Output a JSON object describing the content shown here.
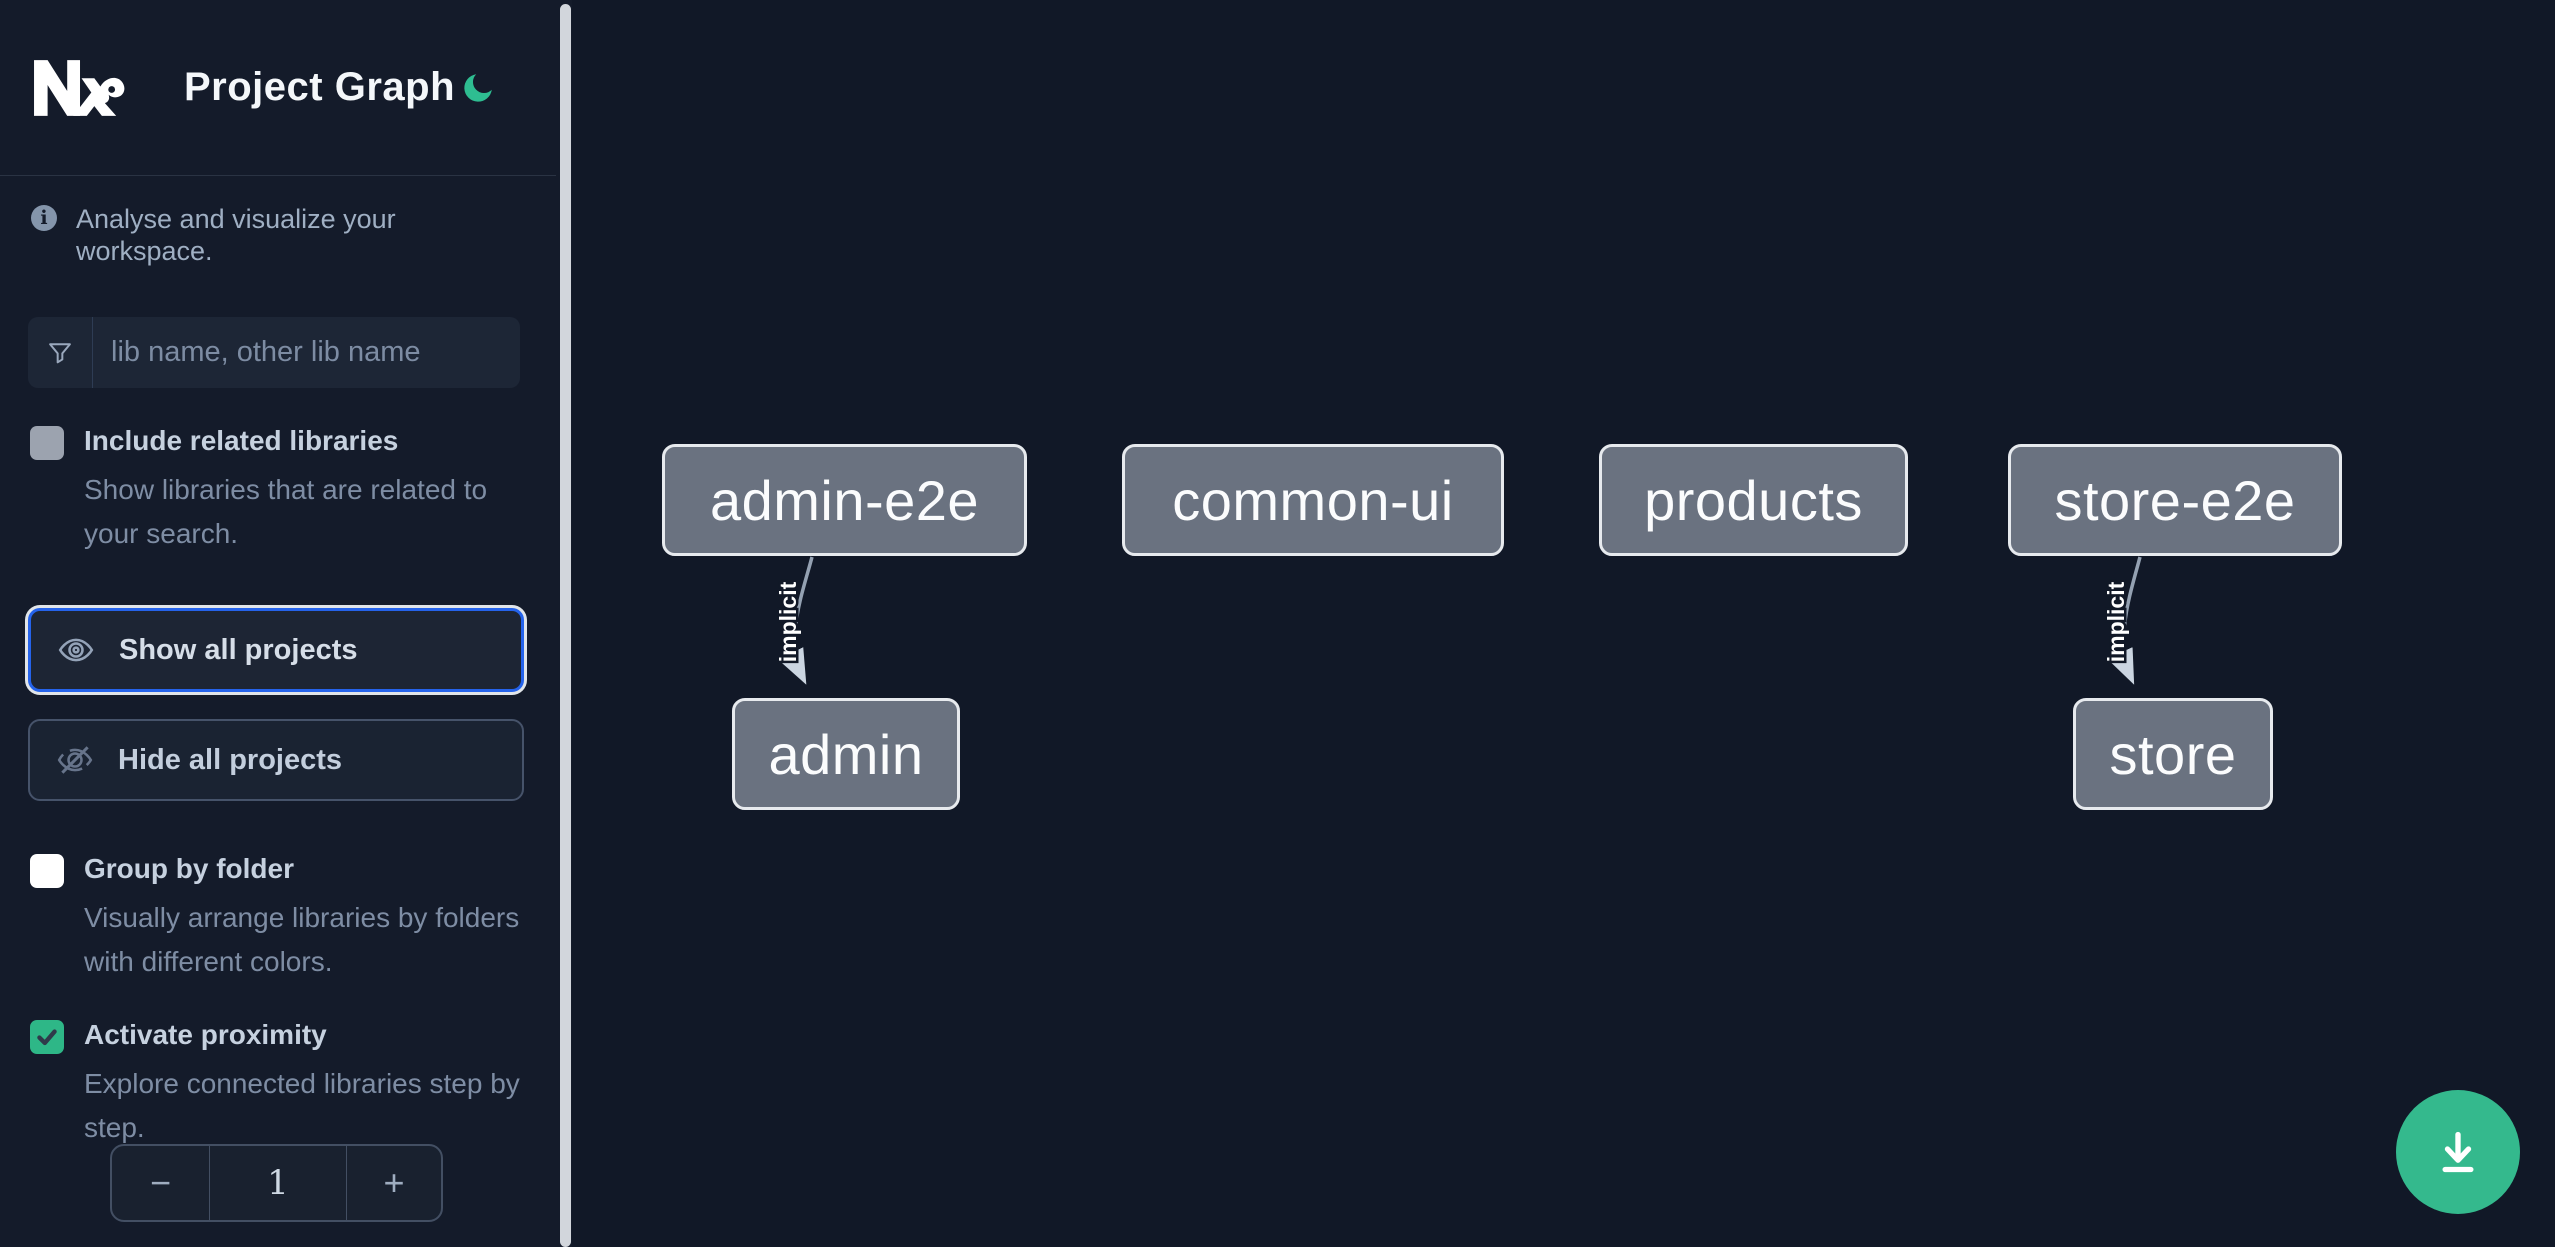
{
  "header": {
    "title": "Project Graph",
    "logo": "nx-logo",
    "theme_toggle": "moon-icon"
  },
  "sidebar": {
    "info": "Analyse and visualize your workspace.",
    "filter": {
      "placeholder": "lib name, other lib name",
      "value": ""
    },
    "toggles": [
      {
        "label": "Include related libraries",
        "description": "Show libraries that are related to your search.",
        "checked": false,
        "state": "disabled-gray"
      },
      {
        "label": "Group by folder",
        "description": "Visually arrange libraries by folders with different colors.",
        "checked": false,
        "state": "unchecked-white"
      },
      {
        "label": "Activate proximity",
        "description": "Explore connected libraries step by step.",
        "checked": true,
        "state": "checked-green"
      }
    ],
    "buttons": [
      {
        "label": "Show all projects",
        "icon": "eye-icon",
        "focused": true
      },
      {
        "label": "Hide all projects",
        "icon": "eye-off-icon",
        "focused": false
      }
    ],
    "stepper": {
      "decrement": "−",
      "value": "1",
      "increment": "+"
    }
  },
  "graph": {
    "nodes": [
      {
        "id": "admin-e2e",
        "label": "admin-e2e"
      },
      {
        "id": "common-ui",
        "label": "common-ui"
      },
      {
        "id": "products",
        "label": "products"
      },
      {
        "id": "store-e2e",
        "label": "store-e2e"
      },
      {
        "id": "admin",
        "label": "admin"
      },
      {
        "id": "store",
        "label": "store"
      }
    ],
    "edges": [
      {
        "from": "admin-e2e",
        "to": "admin",
        "label": "implicit"
      },
      {
        "from": "store-e2e",
        "to": "store",
        "label": "implicit"
      }
    ]
  },
  "fab": {
    "icon": "download-icon"
  },
  "colors": {
    "background": "#111827",
    "sidebar_background": "#141b2a",
    "accent_green": "#34b98d",
    "moon_green": "#2ebd91",
    "checkbox_green": "#2eb787",
    "focus_blue": "#2563eb",
    "node_fill": "#6a7280",
    "node_border": "#e7eaee",
    "scrollbar_thumb": "#d2d6dc"
  }
}
